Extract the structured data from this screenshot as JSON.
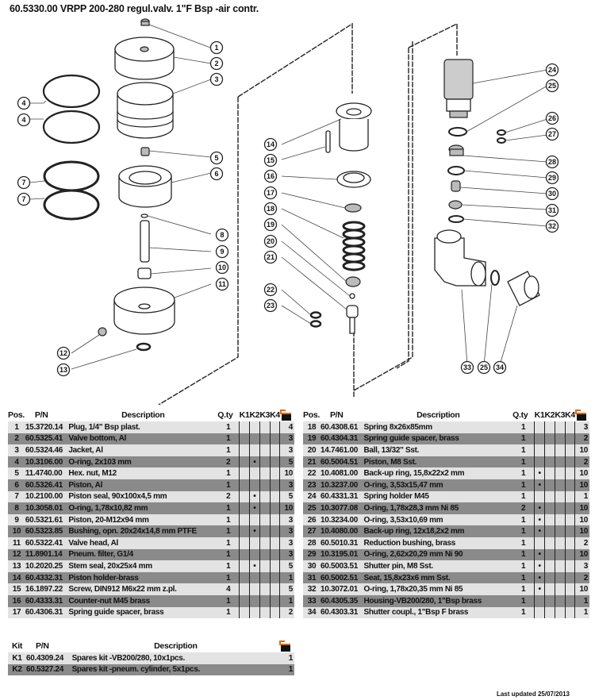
{
  "title": "60.5330.00 VRPP 200-280 regul.valv. 1\"F Bsp -air contr.",
  "diagram": {
    "callouts": [
      "1",
      "2",
      "3",
      "4",
      "4",
      "5",
      "6",
      "7",
      "7",
      "8",
      "9",
      "10",
      "11",
      "12",
      "13",
      "14",
      "15",
      "16",
      "17",
      "18",
      "19",
      "20",
      "21",
      "22",
      "23",
      "24",
      "25",
      "26",
      "27",
      "28",
      "29",
      "30",
      "31",
      "32",
      "33",
      "25",
      "34"
    ]
  },
  "parts_table": {
    "headers": {
      "pos": "Pos.",
      "pn": "P/N",
      "desc": "Description",
      "qty": "Q.ty",
      "k1": "K1",
      "k2": "K2",
      "k3": "K3",
      "k4": "K4",
      "pack_icon": "basket-icon"
    },
    "left_rows": [
      {
        "pos": "1",
        "pn": "15.3720.14",
        "desc": "Plug, 1/4\" Bsp plast.",
        "qty": "1",
        "k1": "",
        "k2": "",
        "k3": "",
        "k4": "",
        "pack": "4"
      },
      {
        "pos": "2",
        "pn": "60.5325.41",
        "desc": "Valve bottom, Al",
        "qty": "1",
        "k1": "",
        "k2": "",
        "k3": "",
        "k4": "",
        "pack": "3"
      },
      {
        "pos": "3",
        "pn": "60.5324.46",
        "desc": "Jacket, Al",
        "qty": "1",
        "k1": "",
        "k2": "",
        "k3": "",
        "k4": "",
        "pack": "3"
      },
      {
        "pos": "4",
        "pn": "10.3106.00",
        "desc": "O-ring, 2x103 mm",
        "qty": "2",
        "k1": "",
        "k2": "•",
        "k3": "",
        "k4": "",
        "pack": "5"
      },
      {
        "pos": "5",
        "pn": "11.4740.00",
        "desc": "Hex. nut, M12",
        "qty": "1",
        "k1": "",
        "k2": "",
        "k3": "",
        "k4": "",
        "pack": "10"
      },
      {
        "pos": "6",
        "pn": "60.5326.41",
        "desc": "Piston, Al",
        "qty": "1",
        "k1": "",
        "k2": "",
        "k3": "",
        "k4": "",
        "pack": "3"
      },
      {
        "pos": "7",
        "pn": "10.2100.00",
        "desc": "Piston seal, 90x100x4,5 mm",
        "qty": "2",
        "k1": "",
        "k2": "•",
        "k3": "",
        "k4": "",
        "pack": "5"
      },
      {
        "pos": "8",
        "pn": "10.3058.01",
        "desc": "O-ring, 1,78x10,82 mm",
        "qty": "1",
        "k1": "",
        "k2": "•",
        "k3": "",
        "k4": "",
        "pack": "10"
      },
      {
        "pos": "9",
        "pn": "60.5321.61",
        "desc": "Piston, 20-M12x94 mm",
        "qty": "1",
        "k1": "",
        "k2": "",
        "k3": "",
        "k4": "",
        "pack": "3"
      },
      {
        "pos": "10",
        "pn": "60.5323.85",
        "desc": "Bushing, opn. 20x24x14,8 mm PTFE",
        "qty": "1",
        "k1": "",
        "k2": "•",
        "k3": "",
        "k4": "",
        "pack": "3"
      },
      {
        "pos": "11",
        "pn": "60.5322.41",
        "desc": "Valve head, Al",
        "qty": "1",
        "k1": "",
        "k2": "",
        "k3": "",
        "k4": "",
        "pack": "3"
      },
      {
        "pos": "12",
        "pn": "11.8901.14",
        "desc": "Pneum. filter, G1/4",
        "qty": "1",
        "k1": "",
        "k2": "",
        "k3": "",
        "k4": "",
        "pack": "3"
      },
      {
        "pos": "13",
        "pn": "10.2020.25",
        "desc": "Stem seal, 20x25x4 mm",
        "qty": "1",
        "k1": "",
        "k2": "•",
        "k3": "",
        "k4": "",
        "pack": "5"
      },
      {
        "pos": "14",
        "pn": "60.4332.31",
        "desc": "Piston holder-brass",
        "qty": "1",
        "k1": "",
        "k2": "",
        "k3": "",
        "k4": "",
        "pack": "1"
      },
      {
        "pos": "15",
        "pn": "16.1897.22",
        "desc": "Screw, DIN912 M6x22 mm z.pl.",
        "qty": "4",
        "k1": "",
        "k2": "",
        "k3": "",
        "k4": "",
        "pack": "5"
      },
      {
        "pos": "16",
        "pn": "60.4333.31",
        "desc": "Counter-nut M45 brass",
        "qty": "1",
        "k1": "",
        "k2": "",
        "k3": "",
        "k4": "",
        "pack": "1"
      },
      {
        "pos": "17",
        "pn": "60.4306.31",
        "desc": "Spring guide spacer, brass",
        "qty": "1",
        "k1": "",
        "k2": "",
        "k3": "",
        "k4": "",
        "pack": "2"
      }
    ],
    "right_rows": [
      {
        "pos": "18",
        "pn": "60.4308.61",
        "desc": "Spring 8x26x85mm",
        "qty": "1",
        "k1": "",
        "k2": "",
        "k3": "",
        "k4": "",
        "pack": "3"
      },
      {
        "pos": "19",
        "pn": "60.4304.31",
        "desc": "Spring guide spacer, brass",
        "qty": "1",
        "k1": "",
        "k2": "",
        "k3": "",
        "k4": "",
        "pack": "2"
      },
      {
        "pos": "20",
        "pn": "14.7461.00",
        "desc": "Ball, 13/32\" Sst.",
        "qty": "1",
        "k1": "",
        "k2": "",
        "k3": "",
        "k4": "",
        "pack": "10"
      },
      {
        "pos": "21",
        "pn": "60.5004.51",
        "desc": "Piston, M8 Sst.",
        "qty": "1",
        "k1": "",
        "k2": "",
        "k3": "",
        "k4": "",
        "pack": "2"
      },
      {
        "pos": "22",
        "pn": "10.4081.00",
        "desc": "Back-up ring, 15,8x22x2 mm",
        "qty": "1",
        "k1": "•",
        "k2": "",
        "k3": "",
        "k4": "",
        "pack": "10"
      },
      {
        "pos": "23",
        "pn": "10.3237.00",
        "desc": "O-ring, 3,53x15,47 mm",
        "qty": "1",
        "k1": "•",
        "k2": "",
        "k3": "",
        "k4": "",
        "pack": "10"
      },
      {
        "pos": "24",
        "pn": "60.4331.31",
        "desc": "Spring holder M45",
        "qty": "1",
        "k1": "",
        "k2": "",
        "k3": "",
        "k4": "",
        "pack": "1"
      },
      {
        "pos": "25",
        "pn": "10.3077.08",
        "desc": "O-ring, 1,78x28,3 mm Ni 85",
        "qty": "2",
        "k1": "•",
        "k2": "",
        "k3": "",
        "k4": "",
        "pack": "10"
      },
      {
        "pos": "26",
        "pn": "10.3234.00",
        "desc": "O-ring, 3,53x10,69 mm",
        "qty": "1",
        "k1": "•",
        "k2": "",
        "k3": "",
        "k4": "",
        "pack": "10"
      },
      {
        "pos": "27",
        "pn": "10.4080.00",
        "desc": "Back-up ring, 12x18,2x2 mm",
        "qty": "1",
        "k1": "•",
        "k2": "",
        "k3": "",
        "k4": "",
        "pack": "10"
      },
      {
        "pos": "28",
        "pn": "60.5010.31",
        "desc": "Reduction bushing, brass",
        "qty": "1",
        "k1": "",
        "k2": "",
        "k3": "",
        "k4": "",
        "pack": "2"
      },
      {
        "pos": "29",
        "pn": "10.3195.01",
        "desc": "O-ring, 2,62x20,29 mm Ni 90",
        "qty": "1",
        "k1": "•",
        "k2": "",
        "k3": "",
        "k4": "",
        "pack": "10"
      },
      {
        "pos": "30",
        "pn": "60.5003.51",
        "desc": "Shutter pin, M8 Sst.",
        "qty": "1",
        "k1": "•",
        "k2": "",
        "k3": "",
        "k4": "",
        "pack": "3"
      },
      {
        "pos": "31",
        "pn": "60.5002.51",
        "desc": "Seat, 15,8x23x6 mm Sst.",
        "qty": "1",
        "k1": "•",
        "k2": "",
        "k3": "",
        "k4": "",
        "pack": "2"
      },
      {
        "pos": "32",
        "pn": "10.3072.01",
        "desc": "O-ring, 1,78x20,35 mm Ni 85",
        "qty": "1",
        "k1": "•",
        "k2": "",
        "k3": "",
        "k4": "",
        "pack": "10"
      },
      {
        "pos": "33",
        "pn": "60.4305.35",
        "desc": "Housing-VB200/280, 1\"Bsp brass",
        "qty": "1",
        "k1": "",
        "k2": "",
        "k3": "",
        "k4": "",
        "pack": "1"
      },
      {
        "pos": "34",
        "pn": "60.4303.31",
        "desc": "Shutter coupl., 1\"Bsp F brass",
        "qty": "1",
        "k1": "",
        "k2": "",
        "k3": "",
        "k4": "",
        "pack": "1"
      }
    ]
  },
  "kits_table": {
    "headers": {
      "kit": "Kit",
      "pn": "P/N",
      "desc": "Description"
    },
    "rows": [
      {
        "kit": "K1",
        "pn": "60.4309.24",
        "desc": "Spares kit -VB200/280, 10x1pcs.",
        "pack": "1"
      },
      {
        "kit": "K2",
        "pn": "60.5327.24",
        "desc": "Spares kit -pneum. cylinder, 5x1pcs.",
        "pack": "1"
      }
    ]
  },
  "footer": "Last updated 25/07/2013",
  "colors": {
    "row_light": "#e3e3e3",
    "row_dark": "#8a8a8a",
    "basket_accent": "#e06a10"
  }
}
